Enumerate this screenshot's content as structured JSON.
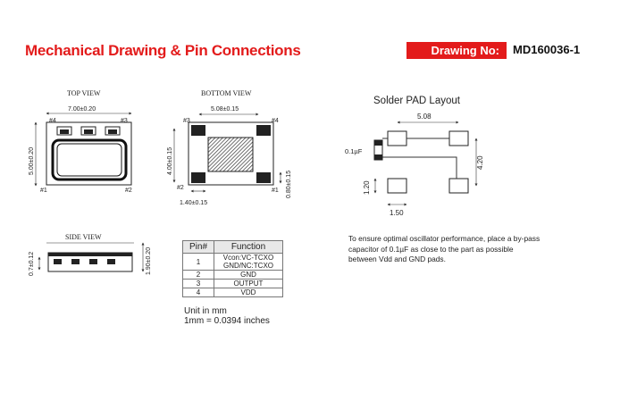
{
  "header": {
    "title": "Mechanical Drawing & Pin Connections",
    "drawing_no_label": "Drawing No:",
    "drawing_no_value": "MD160036-1"
  },
  "top_view": {
    "label": "TOP VIEW",
    "width_dim": "7.00±0.20",
    "height_dim": "5.00±0.20",
    "pin_labels": [
      "#4",
      "#3",
      "#1",
      "#2"
    ]
  },
  "bottom_view": {
    "label": "BOTTOM VIEW",
    "pitch_dim": "5.08±0.15",
    "height_dim": "4.00±0.15",
    "pad_width_dim": "1.40±0.15",
    "pad_height_dim": "0.80±0.15",
    "pin_labels": [
      "#3",
      "#4",
      "#2",
      "#1"
    ]
  },
  "side_view": {
    "label": "SIDE VIEW",
    "left_dim": "0.7±0.12",
    "right_dim": "1.90±0.20"
  },
  "solder_pad": {
    "title": "Solder PAD Layout",
    "width_dim": "5.08",
    "height_dim": "4.20",
    "pad_h_dim": "1.20",
    "pad_w_dim": "1.50",
    "cap_label": "0.1µF"
  },
  "pin_table": {
    "headers": [
      "Pin#",
      "Function"
    ],
    "rows": [
      {
        "pin": "1",
        "function_line1": "Vcon:VC-TCXO",
        "function_line2": "GND/NC:TCXO"
      },
      {
        "pin": "2",
        "function_line1": "GND"
      },
      {
        "pin": "3",
        "function_line1": "OUTPUT"
      },
      {
        "pin": "4",
        "function_line1": "VDD"
      }
    ]
  },
  "units": {
    "line1": "Unit in mm",
    "line2": "1mm = 0.0394 inches"
  },
  "note": "To ensure optimal oscillator performance, place a by-pass capacitor of 0.1µF as close to the part as possible between Vdd and GND pads."
}
